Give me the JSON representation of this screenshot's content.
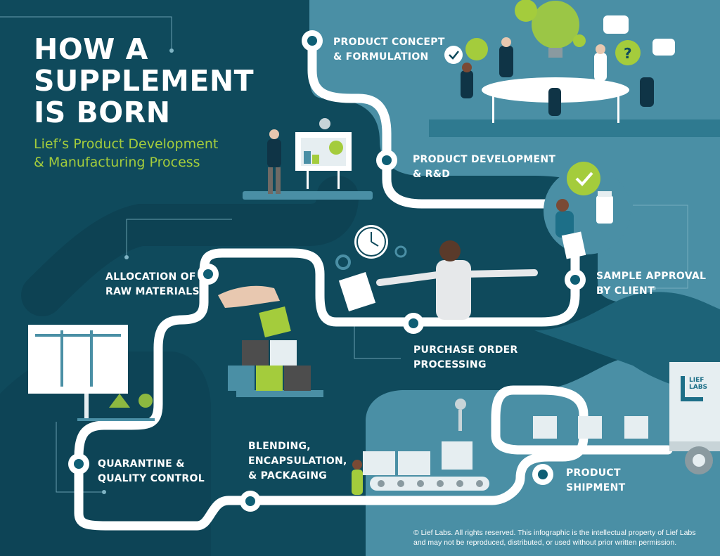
{
  "title": {
    "line1": "HOW A",
    "line2": "SUPPLEMENT",
    "line3": "IS BORN"
  },
  "subtitle": {
    "line1": "Lief’s Product Development",
    "line2": "& Manufacturing Process"
  },
  "steps": [
    {
      "line1": "PRODUCT CONCEPT",
      "line2": "& FORMULATION"
    },
    {
      "line1": "PRODUCT DEVELOPMENT",
      "line2": "& R&D"
    },
    {
      "line1": "SAMPLE APPROVAL",
      "line2": "BY CLIENT"
    },
    {
      "line1": "PURCHASE ORDER",
      "line2": "PROCESSING"
    },
    {
      "line1": "ALLOCATION OF",
      "line2": "RAW MATERIALS"
    },
    {
      "line1": "QUARANTINE &",
      "line2": "QUALITY CONTROL"
    },
    {
      "line1": "BLENDING,",
      "line2": "ENCAPSULATION,",
      "line3": "& PACKAGING"
    },
    {
      "line1": "PRODUCT",
      "line2": "SHIPMENT"
    }
  ],
  "truck_logo": {
    "line1": "LIEF",
    "line2": "LABS"
  },
  "footer": {
    "line1": "© Lief Labs. All rights reserved. This infographic is the intellectual property of Lief Labs",
    "line2": "and may not be reproduced, distributed, or used without prior written permission."
  },
  "colors": {
    "background": "#0f4a5c",
    "panel_light": "#4a8fa5",
    "panel_dark": "#0b3a4a",
    "path": "#ffffff",
    "node_center": "#0f5e74",
    "accent_green": "#a4cc3c"
  }
}
